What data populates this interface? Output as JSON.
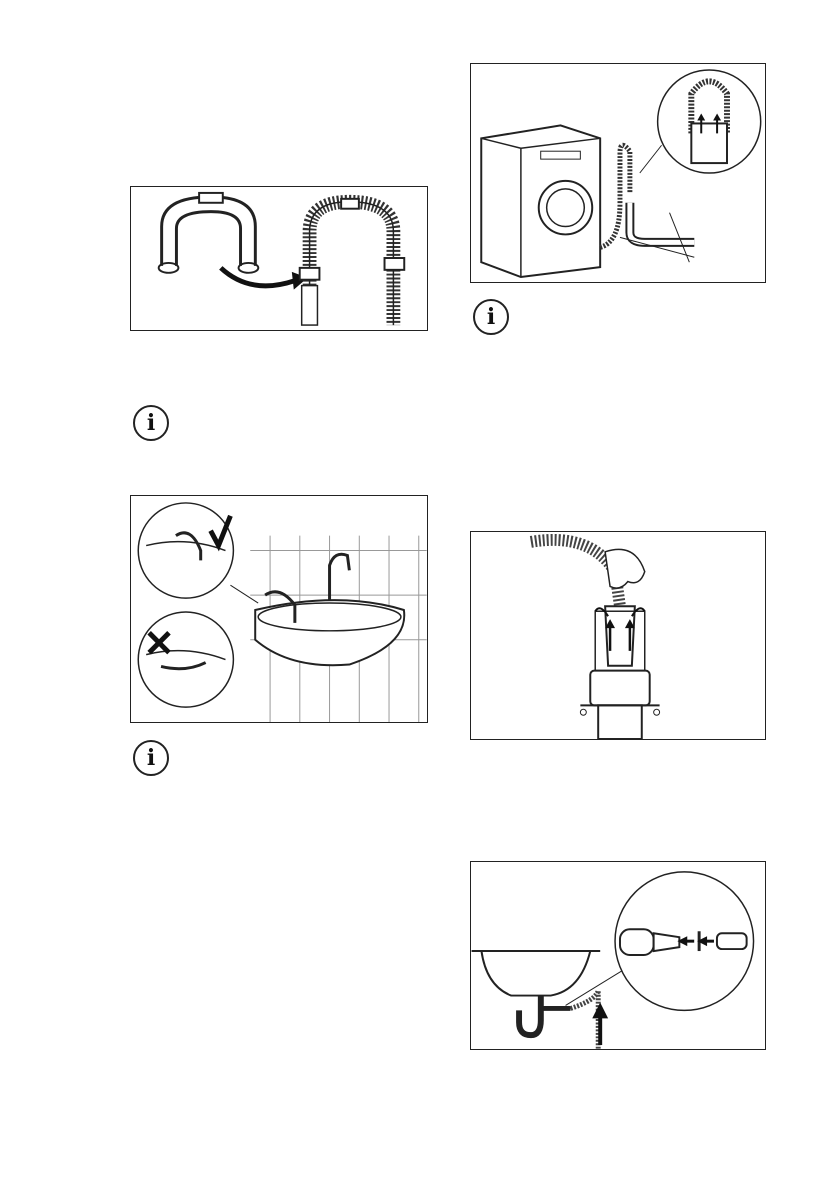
{
  "page": {
    "info_glyph": "i",
    "icons": [
      "info-icon",
      "info-icon",
      "info-icon"
    ]
  },
  "figures": [
    {
      "name": "hose-guide-figure",
      "description_icon": "hose-guide-icon"
    },
    {
      "name": "sink-hook-figure",
      "description_icon": "sink-icon"
    },
    {
      "name": "standpipe-figure",
      "description_icon": "washing-machine-icon"
    },
    {
      "name": "insert-hose-figure",
      "description_icon": "hand-hose-icon"
    },
    {
      "name": "siphon-connection-figure",
      "description_icon": "siphon-icon"
    }
  ]
}
